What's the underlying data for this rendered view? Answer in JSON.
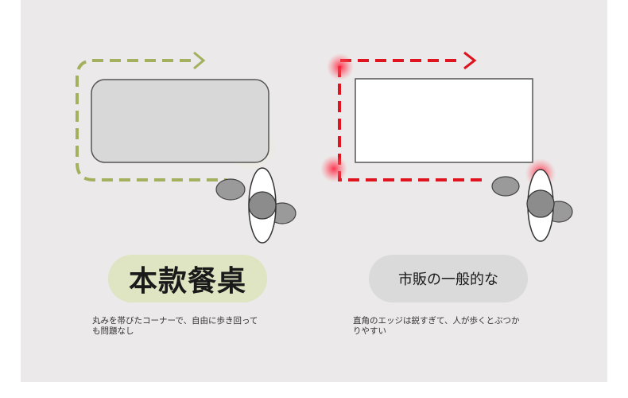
{
  "left": {
    "label": "本款餐桌",
    "caption_line1": "丸みを帯びたコーナーで、自由に歩き回って",
    "caption_line2": "も問題なし",
    "path_color": "#a3b15f",
    "table_fill": "#d8d8d8",
    "table_corner": "rounded"
  },
  "right": {
    "label": "市販の一般的な",
    "caption_line1": "直角のエッジは鋭すぎて、人が歩くとぶつか",
    "caption_line2": "りやすい",
    "path_color": "#e0141e",
    "table_fill": "#ffffff",
    "table_corner": "square",
    "highlight_color": "#ff3b4e"
  },
  "colors": {
    "background": "#ebe9e9",
    "person_shoulder": "#ffffff",
    "person_arm": "#9a9a9a",
    "person_head": "#8c8c8c"
  },
  "icons": [
    "walking-person-icon",
    "arrow-right-icon",
    "corner-collision-icon"
  ]
}
